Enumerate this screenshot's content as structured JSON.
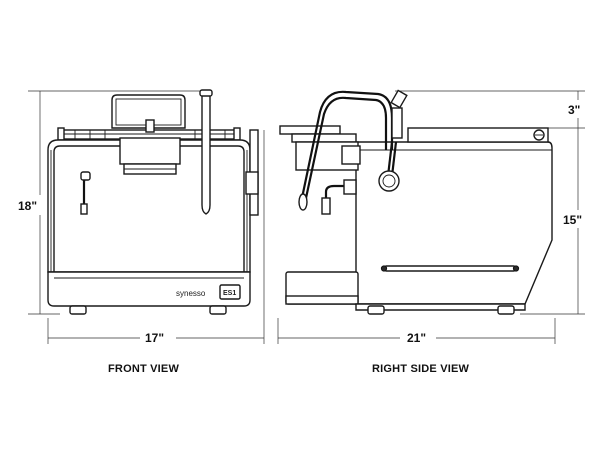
{
  "dimensions": {
    "front_height": "18\"",
    "front_width": "17\"",
    "side_depth": "21\"",
    "side_top": "3\"",
    "side_height": "15\""
  },
  "views": {
    "front": "FRONT VIEW",
    "side": "RIGHT SIDE VIEW"
  },
  "brand": {
    "name": "synesso",
    "badge": "ES1"
  }
}
